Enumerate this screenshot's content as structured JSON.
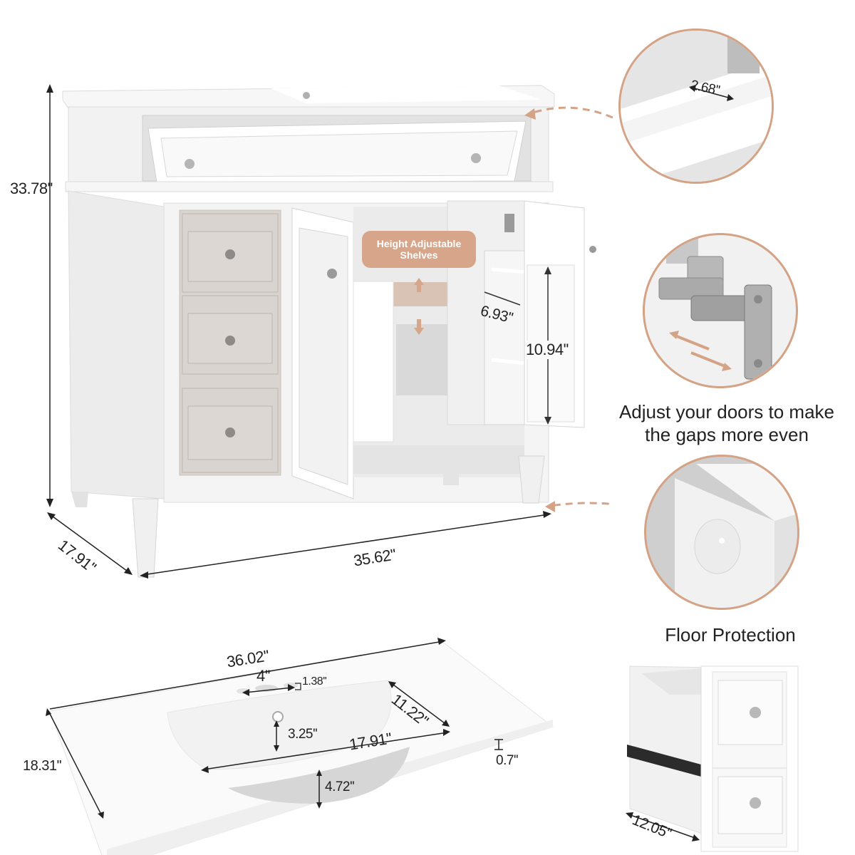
{
  "vanity": {
    "height": "33.78''",
    "depth": "17.91''",
    "width": "35.62''",
    "shelf_badge": {
      "line1": "Height Adjustable",
      "line2": "Shelves"
    },
    "door_shelf_width": "6.93''",
    "door_shelf_height": "10.94''"
  },
  "callouts": {
    "drawer_depth": "2.68''",
    "hinge_caption_line1": "Adjust your doors to make",
    "hinge_caption_line2": "the gaps more even",
    "floor_caption": "Floor Protection"
  },
  "sink": {
    "length": "36.02''",
    "faucet_spacing": "4''",
    "faucet_hole": "1.38''",
    "basin_width": "11.22''",
    "overflow_depth": "3.25''",
    "basin_length": "17.91''",
    "thickness": "0.7''",
    "depth": "18.31''",
    "bowl_depth": "4.72''"
  },
  "drawer": {
    "depth": "12.05''"
  },
  "colors": {
    "accent": "#d4a386",
    "badge": "#d7a68a",
    "cabinet_white": "#f4f4f4",
    "drawer_gray": "#d9d4cf",
    "text": "#222222"
  }
}
